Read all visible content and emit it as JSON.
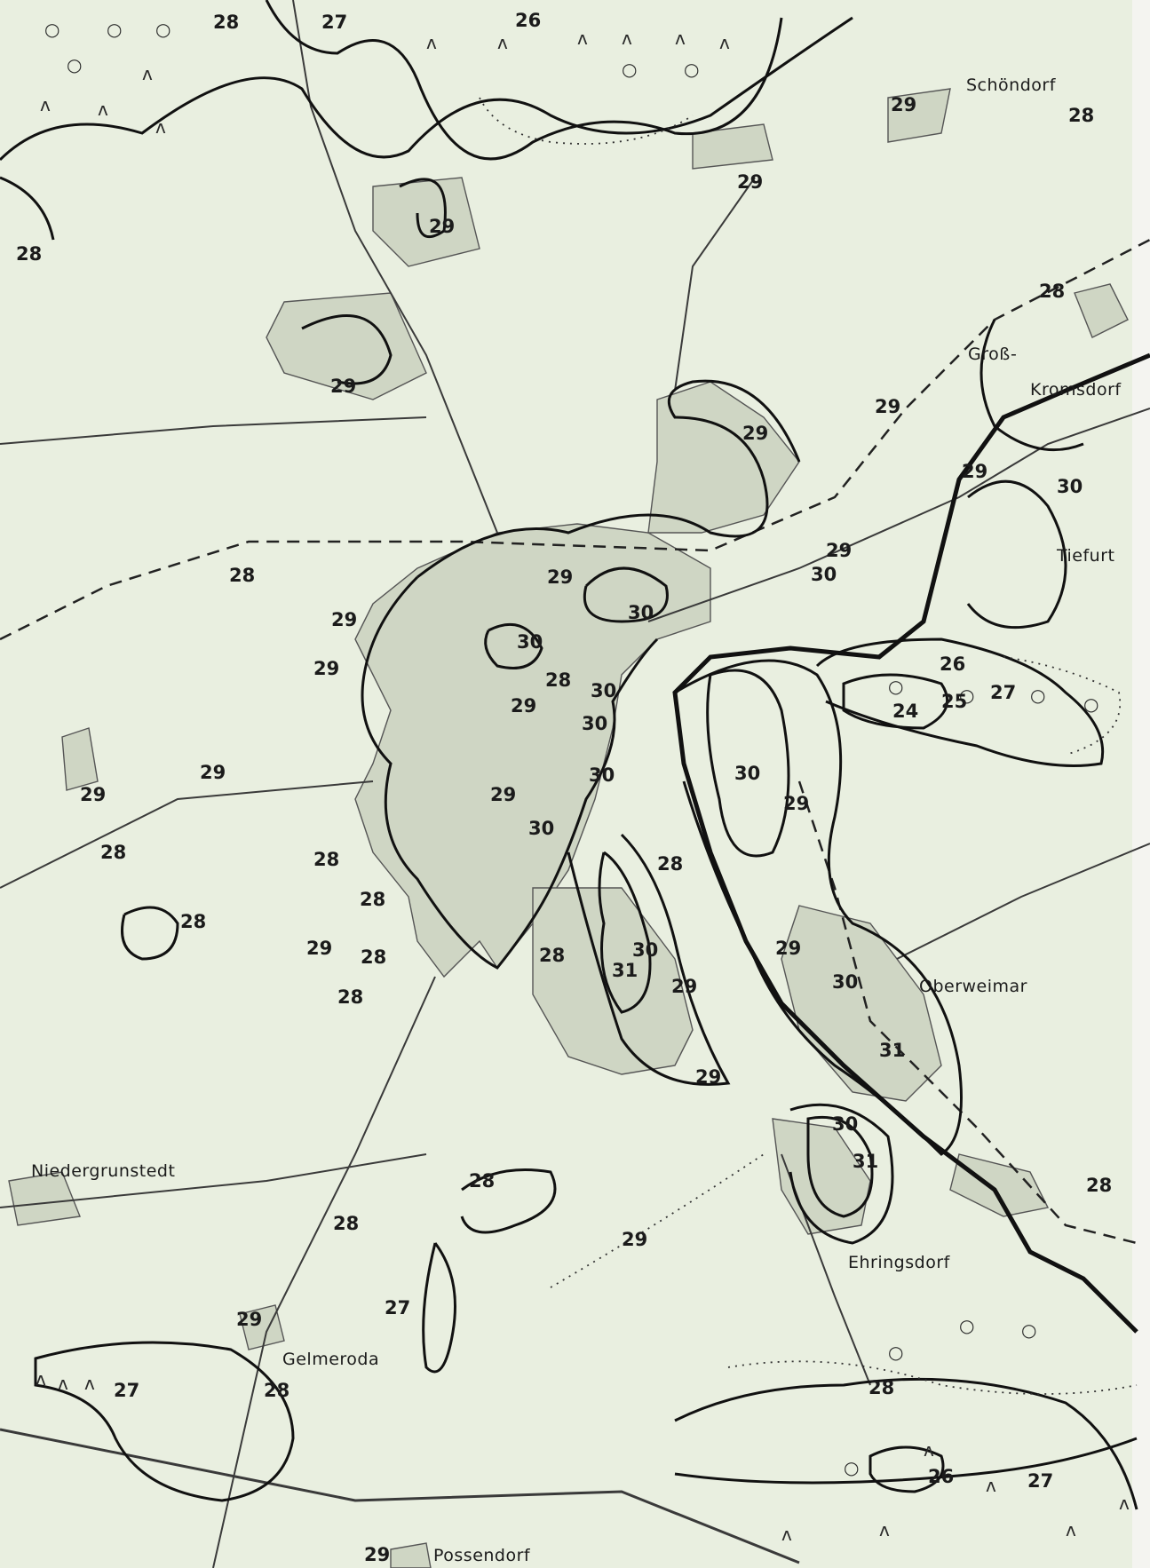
{
  "map": {
    "background_color": "#e9efe0",
    "ink_color": "#1b1b1b",
    "settlement_color": "#cfd6c4",
    "places": {
      "schoendorf": "Schöndorf",
      "gross": "Groß-",
      "kromsdorf": "Kromsdorf",
      "tiefurt": "Tiefurt",
      "oberweimar": "Oberweimar",
      "niedergrunstedt": "Niedergrunstedt",
      "ehringsdorf": "Ehringsdorf",
      "gelmeroda": "Gelmeroda",
      "possendorf": "Possendorf"
    },
    "isotherms": [
      "24",
      "25",
      "26",
      "27",
      "28",
      "29",
      "30",
      "31"
    ],
    "symbols": {
      "forest": "ʌ",
      "orchard": "○"
    }
  }
}
